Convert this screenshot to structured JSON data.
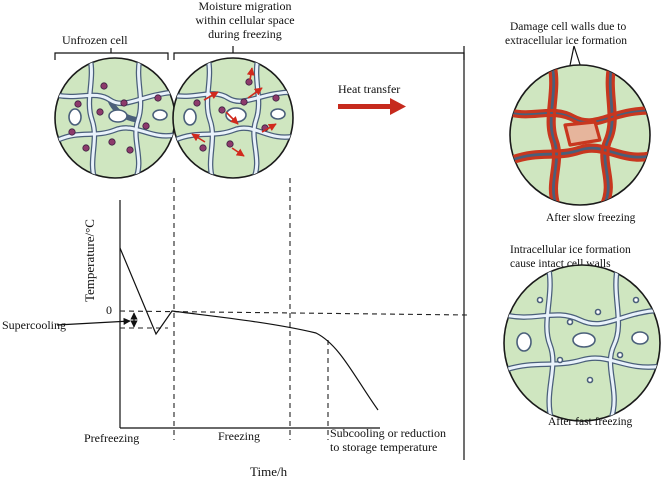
{
  "labels": {
    "unfrozen_cell": "Unfrozen cell",
    "moisture_line1": "Moisture migration",
    "moisture_line2": "within cellular space",
    "moisture_line3": "during freezing",
    "heat_transfer": "Heat transfer",
    "damage_line1": "Damage cell walls due to",
    "damage_line2": "extracellular ice formation",
    "after_slow": "After slow freezing",
    "intra_line1": "Intracellular ice formation",
    "intra_line2": "cause intact cell walls",
    "after_fast": "After fast freezing",
    "y_axis": "Temperature/°C",
    "zero": "0",
    "supercooling": "Supercooling",
    "prefreezing": "Prefreezing",
    "freezing": "Freezing",
    "subcooling_line1": "Subcooling or reduction",
    "subcooling_line2": "to storage temperature",
    "x_axis": "Time/h"
  },
  "colors": {
    "cell_green": "#cfe6c0",
    "wall_blue": "#4a5f7a",
    "ice_red": "#c8371f",
    "heat_arrow": "#c62a1d"
  }
}
